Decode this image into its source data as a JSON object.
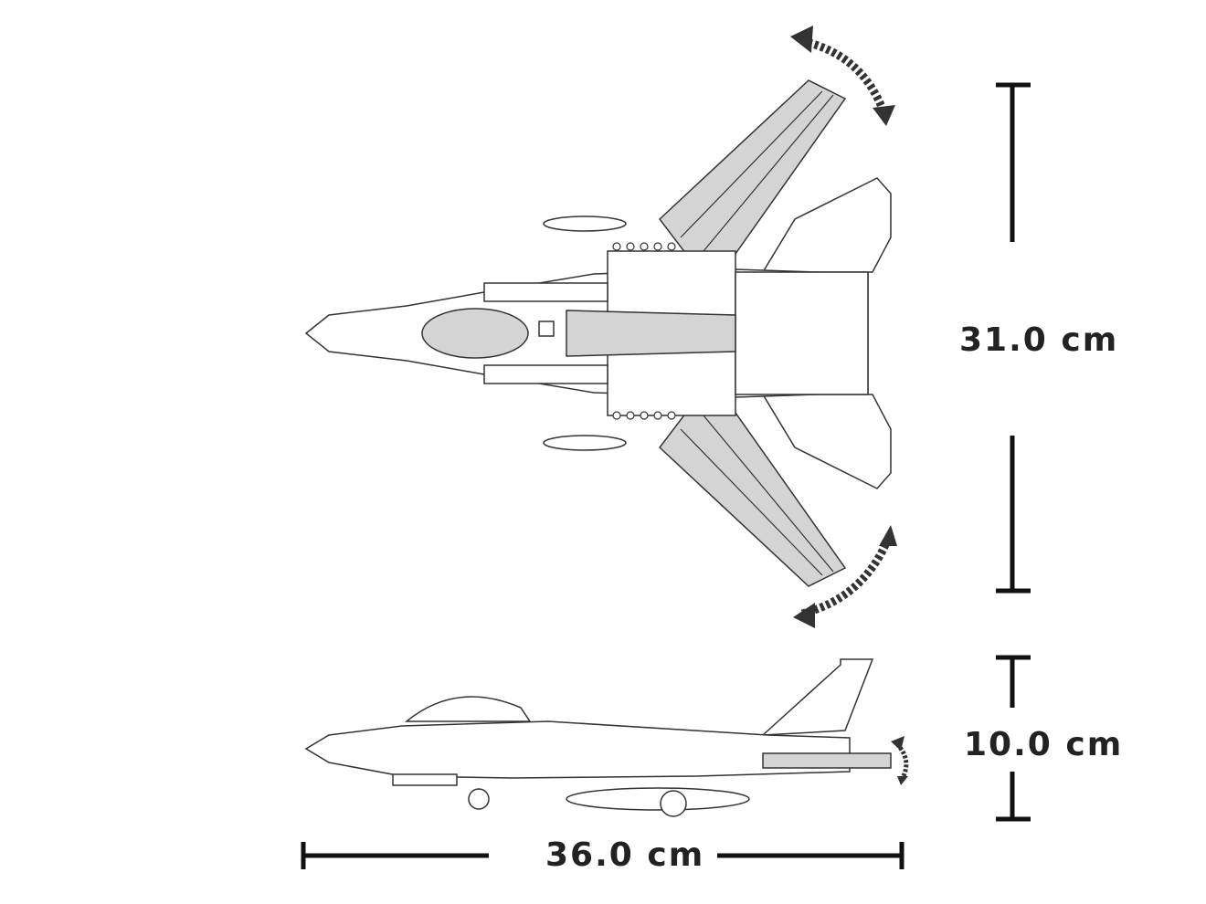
{
  "dimensions": {
    "wingspan": "31.0 cm",
    "height": "10.0 cm",
    "length": "36.0 cm"
  },
  "colors": {
    "line": "#333333",
    "panel_fill": "#d4d4d4",
    "dimension": "#111111"
  }
}
